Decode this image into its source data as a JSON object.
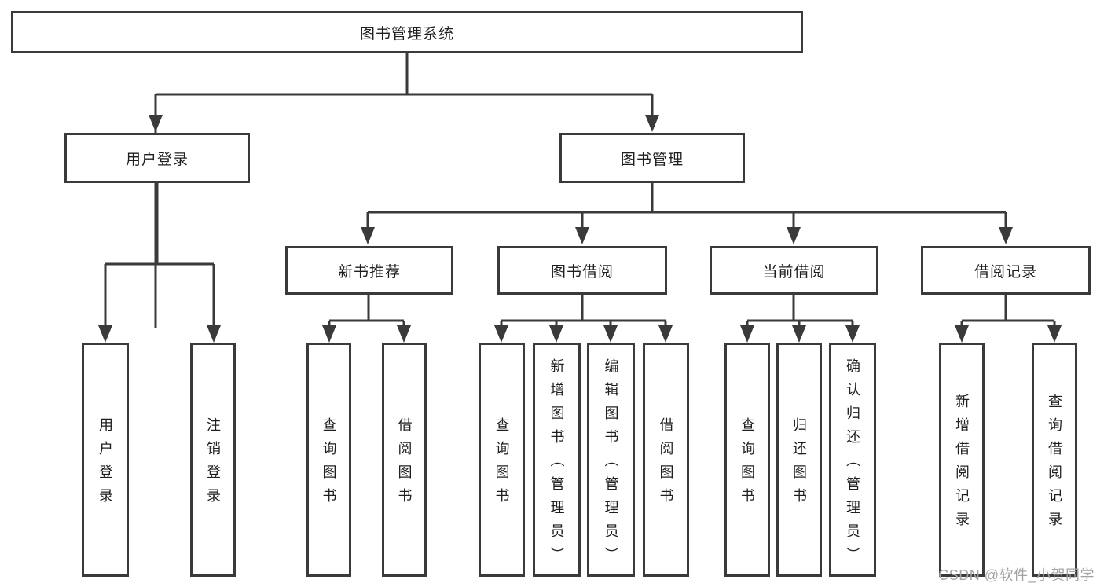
{
  "diagram": {
    "type": "hierarchy",
    "title": "图书管理系统",
    "watermark": "CSDN @软件_小贺同学",
    "colors": {
      "background": "#ffffff",
      "line": "#3a3a3a",
      "box_border": "#3a3a3a",
      "box_fill": "#ffffff",
      "text": "#1f1f1f",
      "watermark": "#a3a3a3"
    },
    "tree": {
      "root": {
        "label": "图书管理系统"
      },
      "branches": [
        {
          "label": "用户登录",
          "children": [
            {
              "label": "用户登录"
            },
            {
              "label": "注销登录"
            }
          ]
        },
        {
          "label": "图书管理",
          "children": [
            {
              "label": "新书推荐",
              "children": [
                {
                  "label": "查询图书"
                },
                {
                  "label": "借阅图书"
                }
              ]
            },
            {
              "label": "图书借阅",
              "children": [
                {
                  "label": "查询图书"
                },
                {
                  "label": "新增图书（管理员）"
                },
                {
                  "label": "编辑图书（管理员）"
                },
                {
                  "label": "借阅图书"
                }
              ]
            },
            {
              "label": "当前借阅",
              "children": [
                {
                  "label": "查询图书"
                },
                {
                  "label": "归还图书"
                },
                {
                  "label": "确认归还（管理员）"
                }
              ]
            },
            {
              "label": "借阅记录",
              "children": [
                {
                  "label": "新增借阅记录"
                },
                {
                  "label": "查询借阅记录"
                }
              ]
            }
          ]
        }
      ]
    }
  }
}
